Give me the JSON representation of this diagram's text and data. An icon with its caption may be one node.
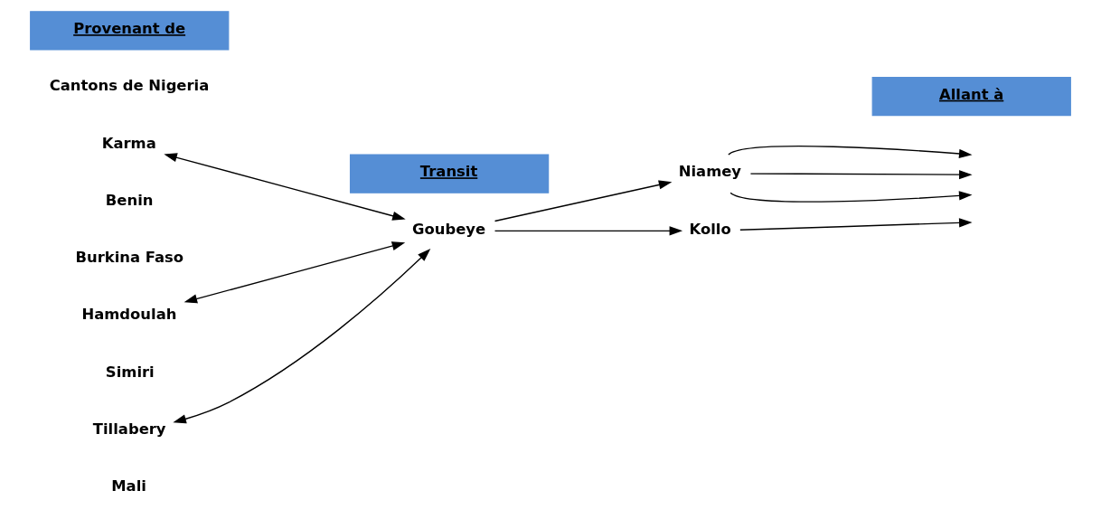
{
  "diagram": {
    "nodes": [
      {
        "text": [
          "Cantons de Nigeria"
        ]
      },
      {
        "text": [
          "Karma"
        ]
      },
      {
        "text": [
          "Benin"
        ]
      },
      {
        "text": [
          "Burkina Faso"
        ]
      },
      {
        "text": [
          "Hamdoulah"
        ]
      },
      {
        "text": [
          "Goubeye"
        ]
      },
      {
        "text": [
          "Simiri"
        ]
      },
      {
        "text": [
          "Tillabery"
        ]
      },
      {
        "text": [
          "Mali"
        ]
      },
      {
        "text": [
          "Niamey"
        ]
      },
      {
        "text": [
          "Kollo"
        ]
      }
    ],
    "edges": [
      {
        "from": 1,
        "to": 5,
        "arrow": "both"
      },
      {
        "from": 4,
        "to": 5,
        "arrow": "both"
      },
      {
        "from": 7,
        "to": 5,
        "arrow": "both"
      },
      {
        "from": 5,
        "to": 9,
        "arrow": "to"
      },
      {
        "from": 9,
        "to": null,
        "arrow": "to"
      },
      {
        "from": 9,
        "to": null,
        "arrow": "to"
      },
      {
        "from": 9,
        "to": null,
        "arrow": "to"
      },
      {
        "from": 5,
        "to": 10,
        "arrow": "to"
      },
      {
        "from": 10,
        "to": null,
        "arrow": "to"
      }
    ],
    "labels": [
      "Provenant de",
      "Transit",
      "Allant à"
    ]
  }
}
